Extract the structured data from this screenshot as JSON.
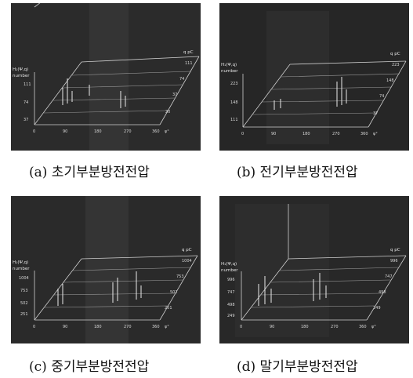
{
  "figures": [
    {
      "id": "a",
      "caption": "(a) 초기부분방전전압",
      "axis": {
        "z_label_1": "H₁(Ψ,q)",
        "z_label_2": "number",
        "corner_label": "q pC"
      },
      "x_ticks": [
        "0",
        "90",
        "180",
        "270",
        "360"
      ],
      "z_ticks": [
        "111",
        "74",
        "37"
      ],
      "q_ticks": [
        "111",
        "74",
        "37",
        "20"
      ],
      "x_axis_end_label": "ψ°"
    },
    {
      "id": "b",
      "caption": "(b) 전기부분방전전압",
      "axis": {
        "z_label_1": "H₁(Ψ,q)",
        "z_label_2": "number",
        "corner_label": "q pC"
      },
      "x_ticks": [
        "0",
        "90",
        "180",
        "270",
        "360"
      ],
      "z_ticks": [
        "223",
        "148",
        "111"
      ],
      "q_ticks": [
        "223",
        "148",
        "74",
        "37"
      ],
      "x_axis_end_label": "ψ°"
    },
    {
      "id": "c",
      "caption": "(c) 중기부분방전전압",
      "axis": {
        "z_label_1": "H₁(Ψ,q)",
        "z_label_2": "number",
        "corner_label": "q pC"
      },
      "x_ticks": [
        "0",
        "90",
        "180",
        "270",
        "360"
      ],
      "z_ticks": [
        "1004",
        "753",
        "502",
        "251"
      ],
      "q_ticks": [
        "1004",
        "753",
        "502",
        "251"
      ],
      "x_axis_end_label": "ψ°"
    },
    {
      "id": "d",
      "caption": "(d) 말기부분방전전압",
      "axis": {
        "z_label_1": "H₁(Ψ,q)",
        "z_label_2": "number",
        "corner_label": "q pC"
      },
      "x_ticks": [
        "0",
        "90",
        "180",
        "270",
        "360"
      ],
      "z_ticks": [
        "996",
        "747",
        "498",
        "249"
      ],
      "q_ticks": [
        "996",
        "747",
        "498",
        "249"
      ],
      "x_axis_end_label": "ψ°"
    }
  ]
}
